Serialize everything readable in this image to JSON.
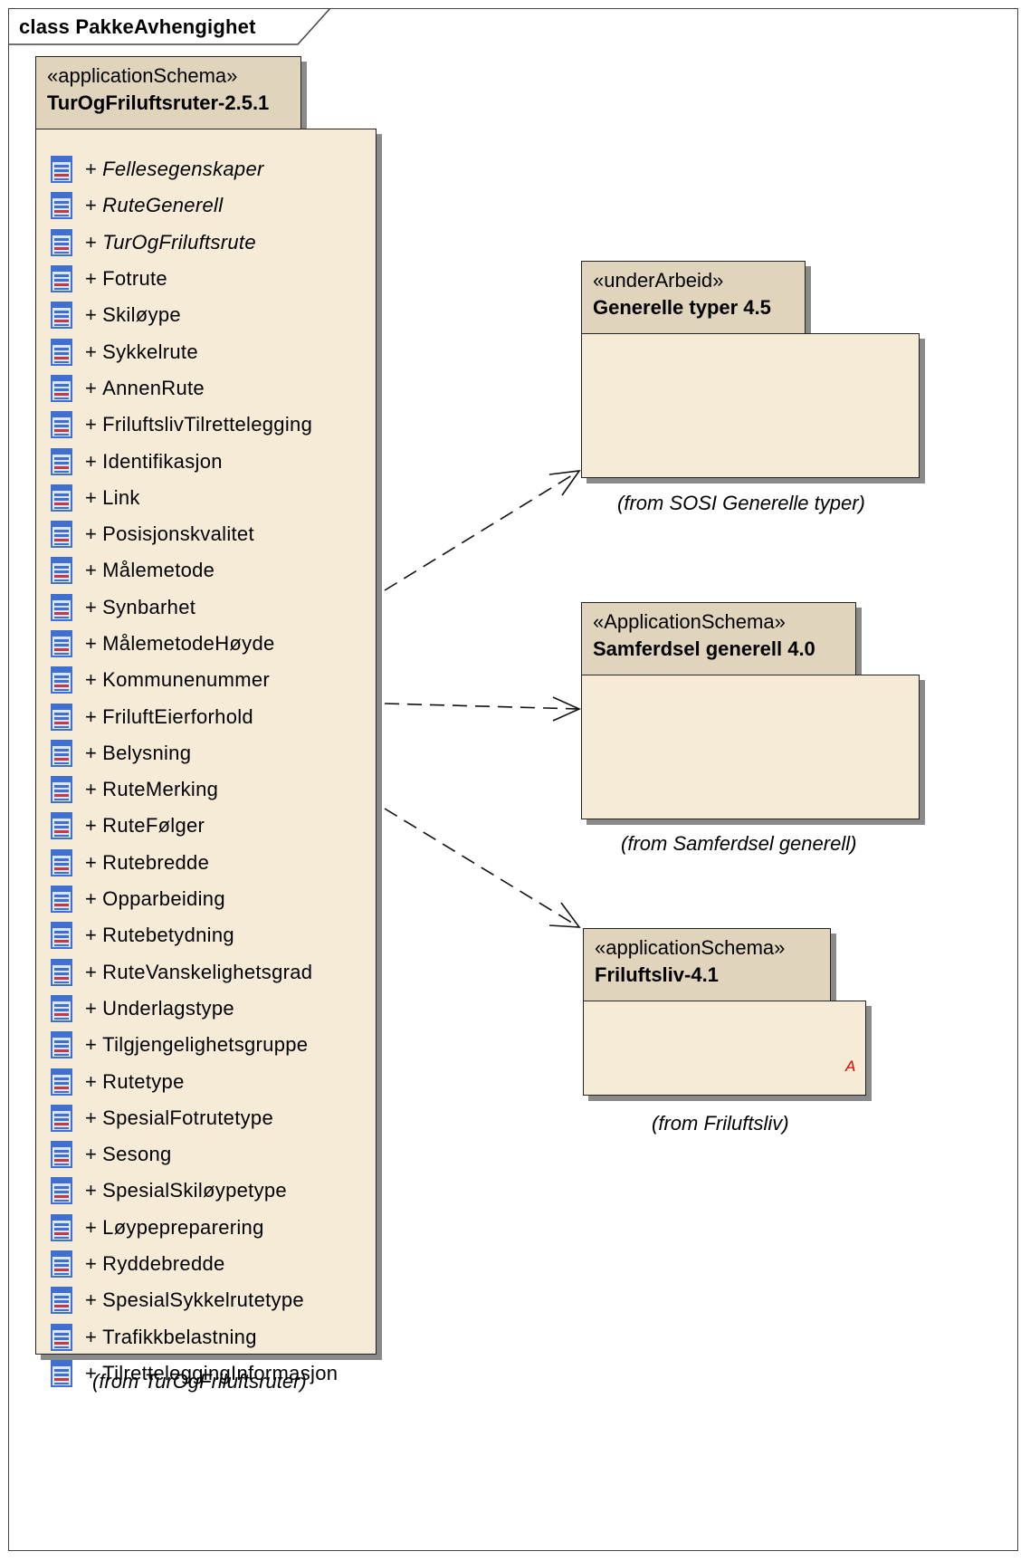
{
  "frame": {
    "title": "class PakkeAvhengighet"
  },
  "main_package": {
    "stereotype": "«applicationSchema»",
    "name": "TurOgFriluftsruter-2.5.1",
    "from": "(from TurOgFriluftsruter)",
    "members": [
      {
        "visibility": "+",
        "name": "Fellesegenskaper",
        "abstract": true
      },
      {
        "visibility": "+",
        "name": "RuteGenerell",
        "abstract": true
      },
      {
        "visibility": "+",
        "name": "TurOgFriluftsrute",
        "abstract": true
      },
      {
        "visibility": "+",
        "name": "Fotrute",
        "abstract": false
      },
      {
        "visibility": "+",
        "name": "Skiløype",
        "abstract": false
      },
      {
        "visibility": "+",
        "name": "Sykkelrute",
        "abstract": false
      },
      {
        "visibility": "+",
        "name": "AnnenRute",
        "abstract": false
      },
      {
        "visibility": "+",
        "name": "FriluftslivTilrettelegging",
        "abstract": false
      },
      {
        "visibility": "+",
        "name": "Identifikasjon",
        "abstract": false
      },
      {
        "visibility": "+",
        "name": "Link",
        "abstract": false
      },
      {
        "visibility": "+",
        "name": "Posisjonskvalitet",
        "abstract": false
      },
      {
        "visibility": "+",
        "name": "Målemetode",
        "abstract": false
      },
      {
        "visibility": "+",
        "name": "Synbarhet",
        "abstract": false
      },
      {
        "visibility": "+",
        "name": "MålemetodeHøyde",
        "abstract": false
      },
      {
        "visibility": "+",
        "name": "Kommunenummer",
        "abstract": false
      },
      {
        "visibility": "+",
        "name": "FriluftEierforhold",
        "abstract": false
      },
      {
        "visibility": "+",
        "name": "Belysning",
        "abstract": false
      },
      {
        "visibility": "+",
        "name": "RuteMerking",
        "abstract": false
      },
      {
        "visibility": "+",
        "name": "RuteFølger",
        "abstract": false
      },
      {
        "visibility": "+",
        "name": "Rutebredde",
        "abstract": false
      },
      {
        "visibility": "+",
        "name": "Opparbeiding",
        "abstract": false
      },
      {
        "visibility": "+",
        "name": "Rutebetydning",
        "abstract": false
      },
      {
        "visibility": "+",
        "name": "RuteVanskelighetsgrad",
        "abstract": false
      },
      {
        "visibility": "+",
        "name": "Underlagstype",
        "abstract": false
      },
      {
        "visibility": "+",
        "name": "Tilgjengelighetsgruppe",
        "abstract": false
      },
      {
        "visibility": "+",
        "name": "Rutetype",
        "abstract": false
      },
      {
        "visibility": "+",
        "name": "SpesialFotrutetype",
        "abstract": false
      },
      {
        "visibility": "+",
        "name": "Sesong",
        "abstract": false
      },
      {
        "visibility": "+",
        "name": "SpesialSkiløypetype",
        "abstract": false
      },
      {
        "visibility": "+",
        "name": "Løypepreparering",
        "abstract": false
      },
      {
        "visibility": "+",
        "name": "Ryddebredde",
        "abstract": false
      },
      {
        "visibility": "+",
        "name": "SpesialSykkelrutetype",
        "abstract": false
      },
      {
        "visibility": "+",
        "name": "Trafikkbelastning",
        "abstract": false
      },
      {
        "visibility": "+",
        "name": "TilretteleggingInformasjon",
        "abstract": false
      }
    ]
  },
  "packages": {
    "generelle_typer": {
      "stereotype": "«underArbeid»",
      "name": "Generelle typer 4.5",
      "from": "(from SOSI Generelle typer)"
    },
    "samferdsel": {
      "stereotype": "«ApplicationSchema»",
      "name": "Samferdsel generell 4.0",
      "from": "(from Samferdsel generell)"
    },
    "friluftsliv": {
      "stereotype": "«applicationSchema»",
      "name": "Friluftsliv-4.1",
      "from": "(from Friluftsliv)",
      "abstract_marker": "A"
    }
  },
  "dependencies": [
    {
      "from": "TurOgFriluftsruter-2.5.1",
      "to": "Generelle typer 4.5",
      "style": "dashed"
    },
    {
      "from": "TurOgFriluftsruter-2.5.1",
      "to": "Samferdsel generell 4.0",
      "style": "dashed"
    },
    {
      "from": "TurOgFriluftsruter-2.5.1",
      "to": "Friluftsliv-4.1",
      "style": "dashed"
    }
  ],
  "colors": {
    "tab_fill": "#e1d4bd",
    "body_fill": "#f6ebd6",
    "shadow": "#8a8a8a",
    "icon_blue": "#3f6fd0",
    "abstract_marker": "#e00000"
  }
}
